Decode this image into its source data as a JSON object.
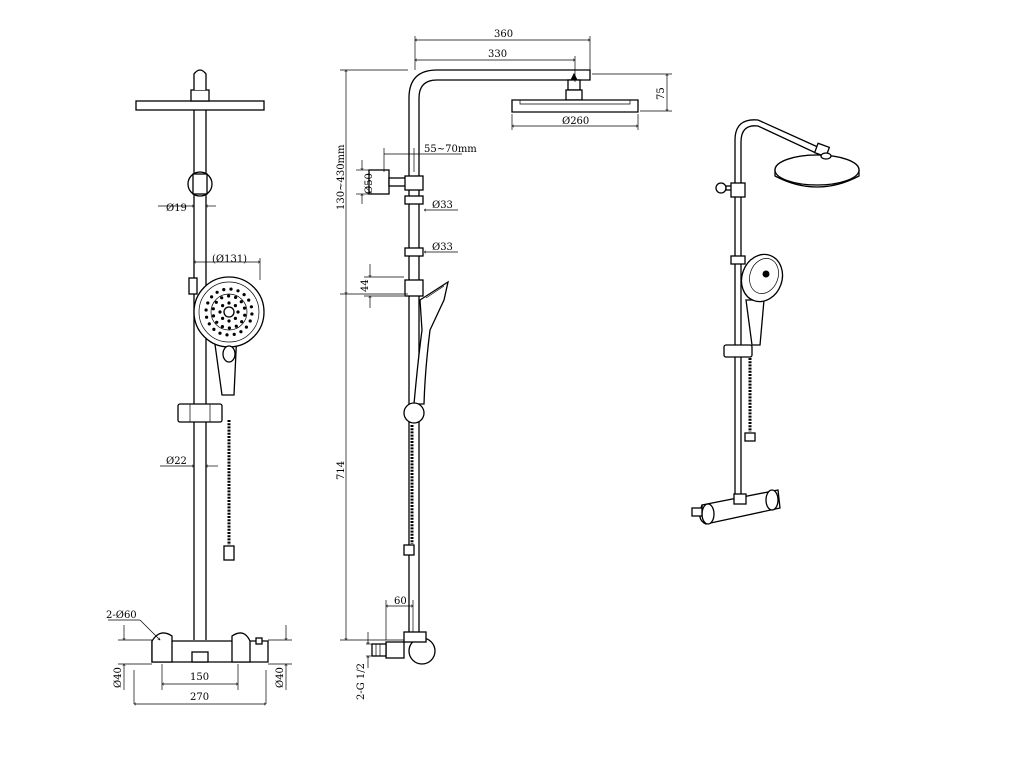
{
  "front_view": {
    "dim_rail_dia": "Ø19",
    "dim_handshower_dia": "(Ø131)",
    "dim_lower_rail_dia": "Ø22",
    "dim_inlet": "2-Ø60",
    "dim_body_left": "Ø40",
    "dim_body_right": "Ø40",
    "dim_center": "150",
    "dim_width": "270"
  },
  "side_view": {
    "dim_arm_total": "360",
    "dim_arm_inner": "330",
    "dim_head_height": "75",
    "dim_head_dia": "Ø260",
    "dim_bracket_offset": "55~70mm",
    "dim_bracket_dia": "Ø50",
    "dim_tube_top_dia": "Ø33",
    "dim_tube_mid_dia": "Ø33",
    "dim_adjust_range": "130~430mm",
    "dim_slider": "44",
    "dim_height": "714",
    "dim_wall_offset": "60",
    "dim_thread": "2-G 1/2"
  }
}
